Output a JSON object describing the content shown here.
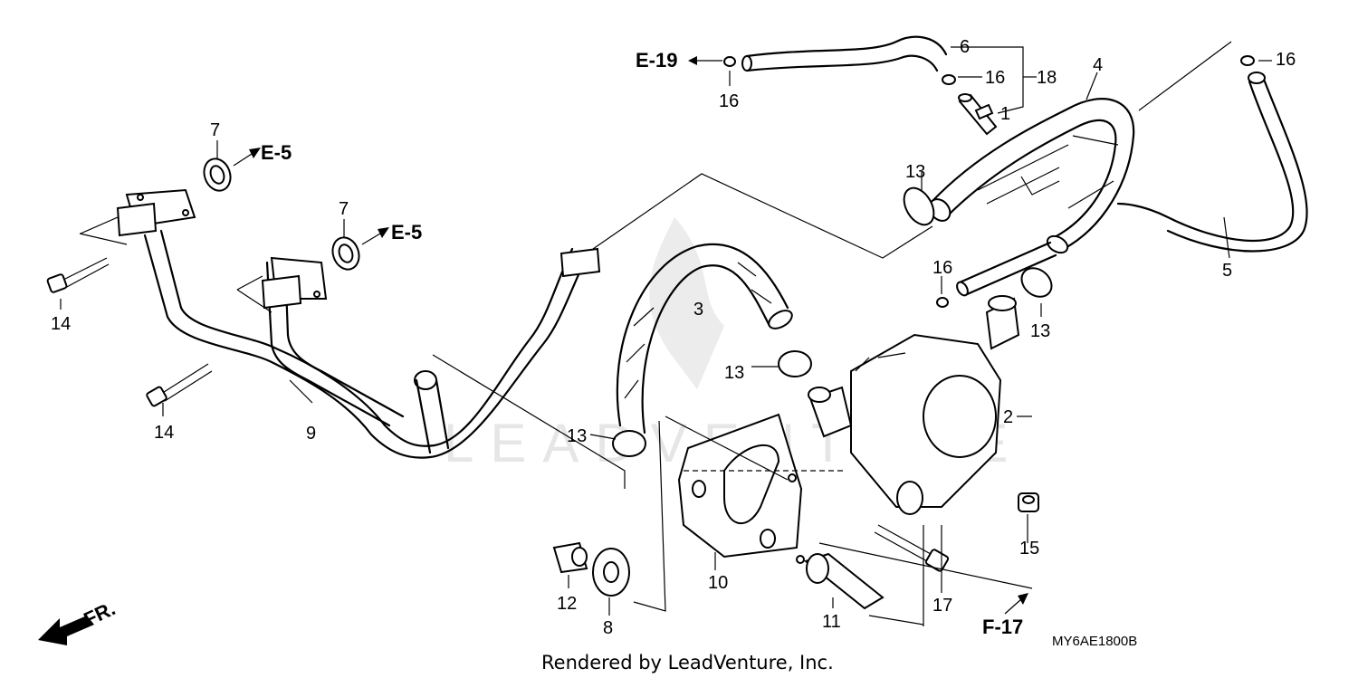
{
  "diagram": {
    "code": "MY6AE1800B",
    "footer": "Rendered by LeadVenture, Inc.",
    "watermark": "LEADVENTURE",
    "front_label": "FR.",
    "refs": {
      "e19": "E-19",
      "e5a": "E-5",
      "e5b": "E-5",
      "f17": "F-17"
    },
    "callouts": {
      "p1": "1",
      "p2": "2",
      "p3": "3",
      "p4": "4",
      "p5": "5",
      "p6": "6",
      "p7a": "7",
      "p7b": "7",
      "p8": "8",
      "p9": "9",
      "p10": "10",
      "p11": "11",
      "p12": "12",
      "p13a": "13",
      "p13b": "13",
      "p13c": "13",
      "p13d": "13",
      "p14a": "14",
      "p14b": "14",
      "p15": "15",
      "p16a": "16",
      "p16b": "16",
      "p16c": "16",
      "p16d": "16",
      "p17": "17",
      "p18": "18"
    }
  }
}
